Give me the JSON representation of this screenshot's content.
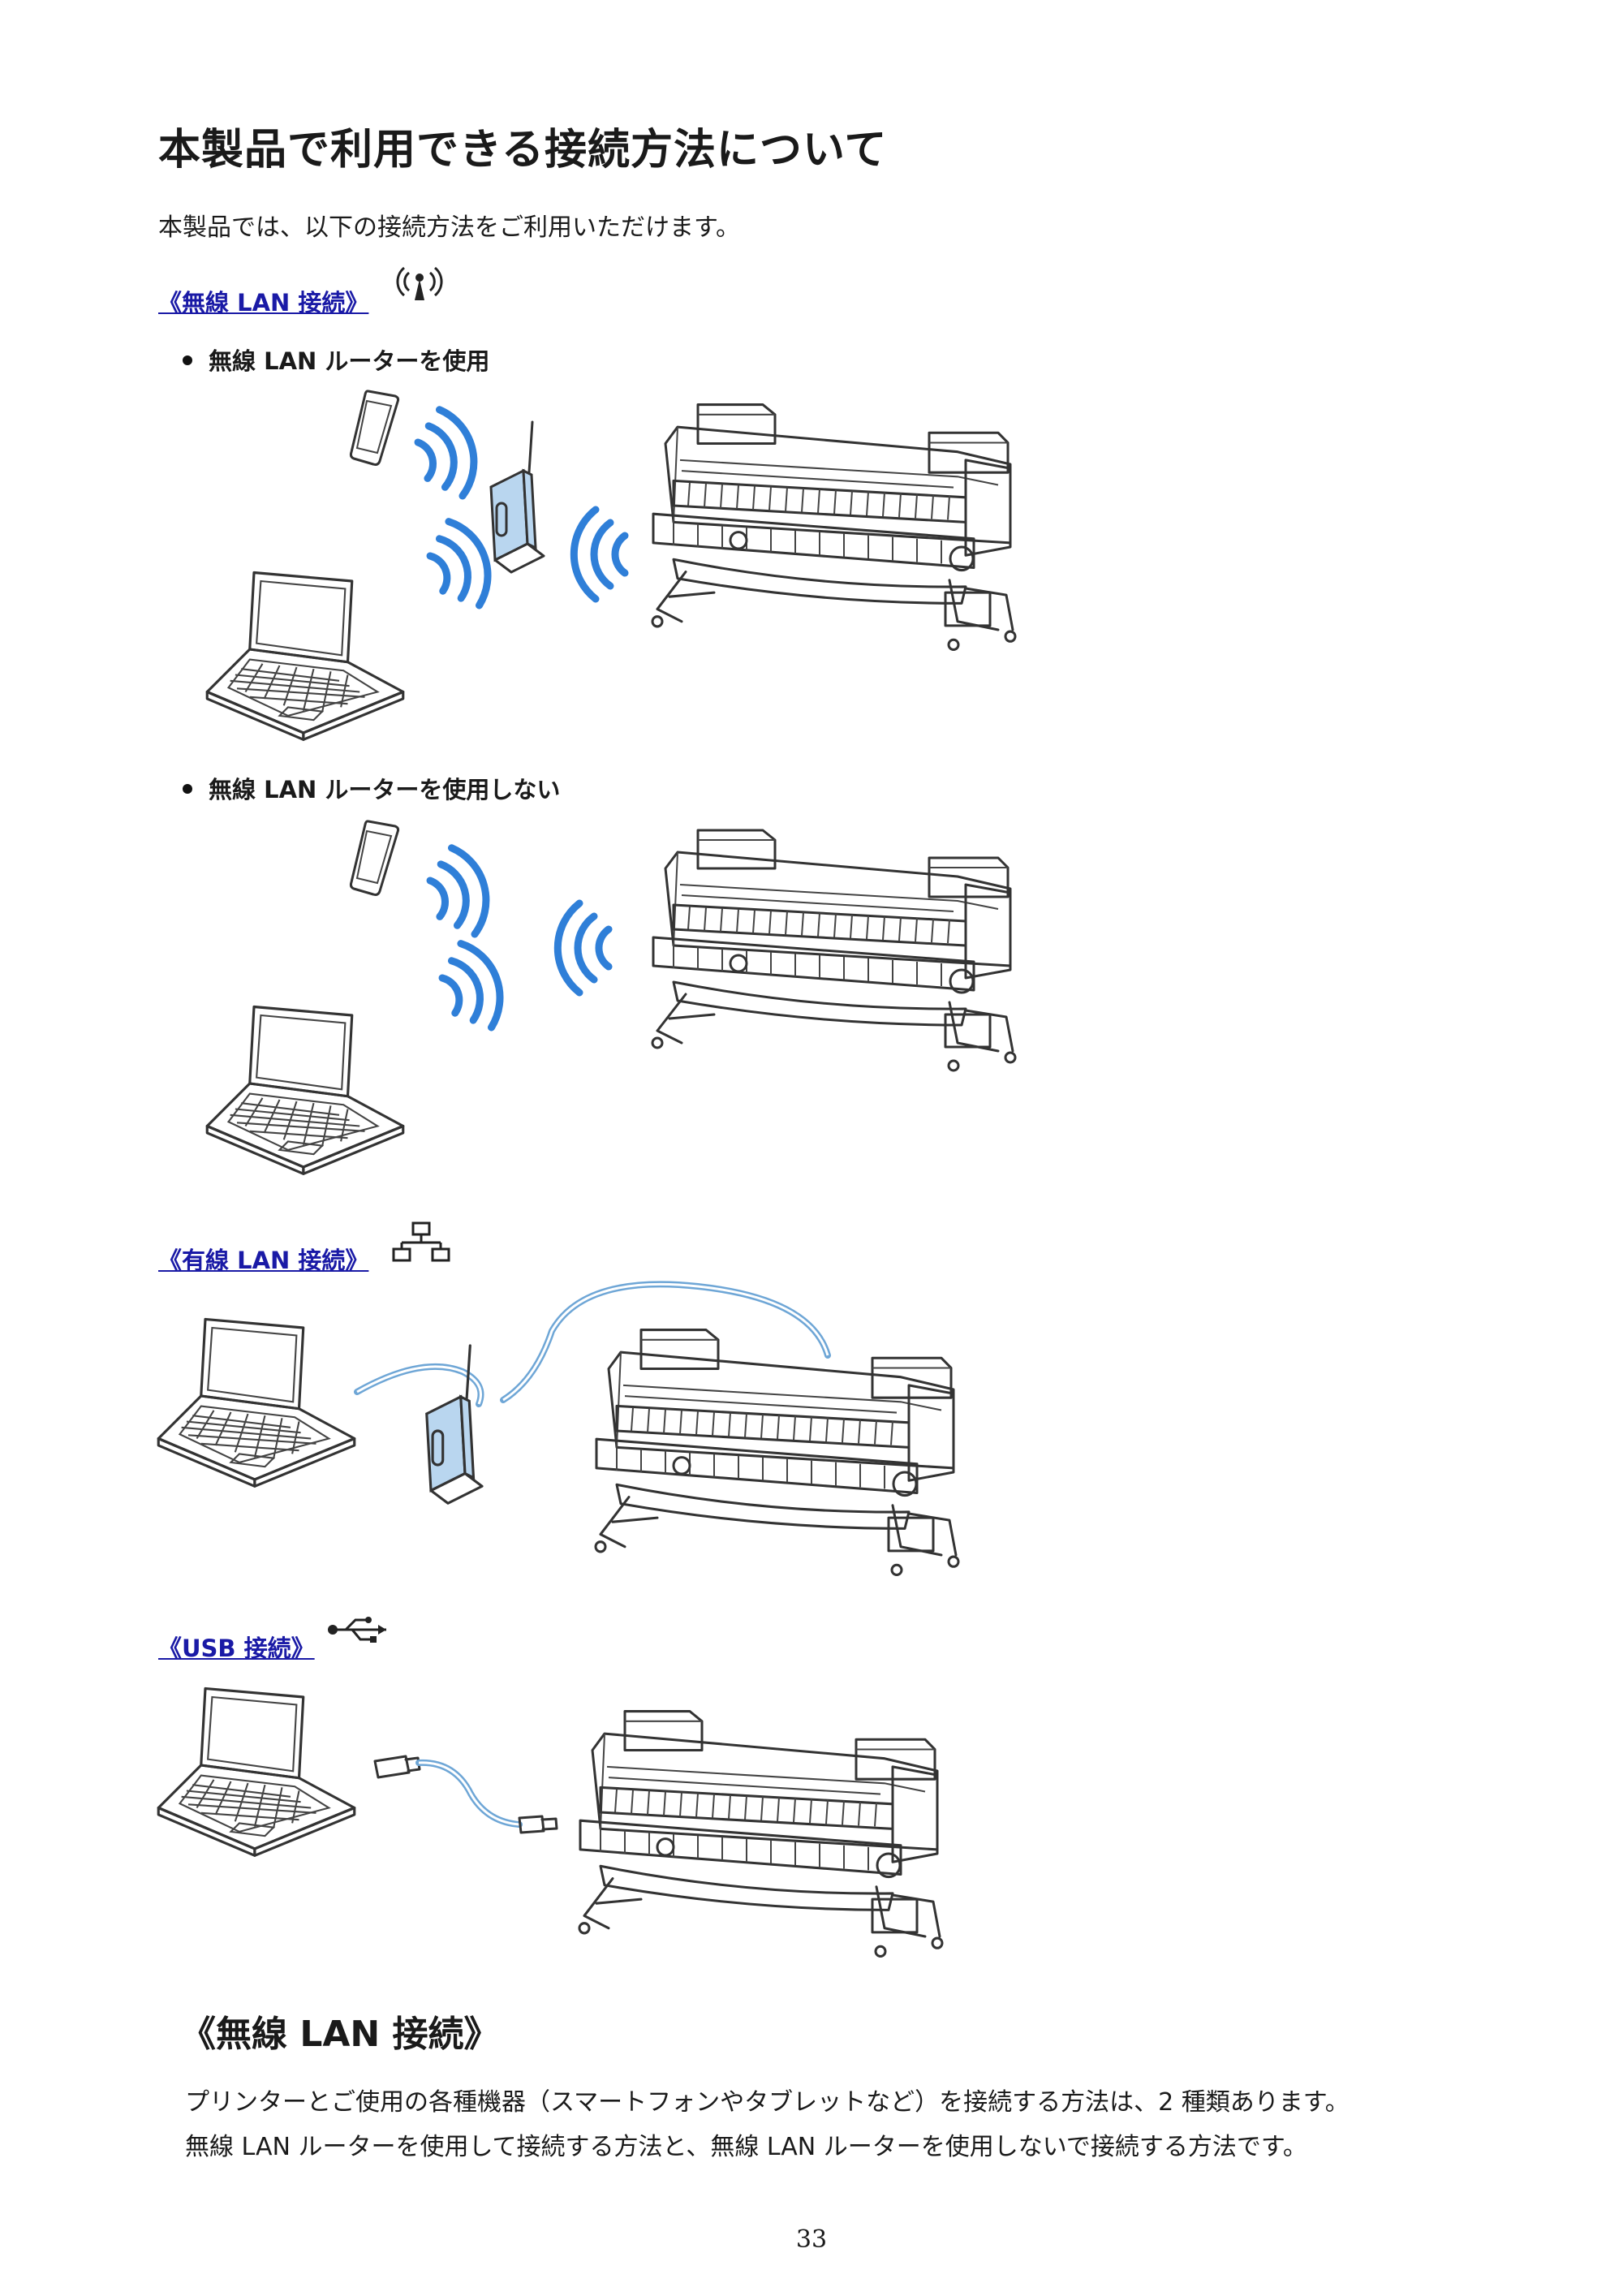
{
  "page": {
    "title": "本製品で利用できる接続方法について",
    "intro": "本製品では、以下の接続方法をご利用いただけます。",
    "page_number": "33"
  },
  "sections": {
    "wireless_link": "《無線 LAN 接続》",
    "bullet_with_router": "無線 LAN ルーターを使用",
    "bullet_without_router": "無線 LAN ルーターを使用しない",
    "wired_link": "《有線 LAN 接続》",
    "usb_link": "《USB 接続》"
  },
  "wireless_detail": {
    "heading": "《無線 LAN 接続》",
    "line1": "プリンターとご使用の各種機器（スマートフォンやタブレットなど）を接続する方法は、2 種類あります。",
    "line2": "無線 LAN ルーターを使用して接続する方法と、無線 LAN ルーターを使用しないで接続する方法です。"
  },
  "icons": {
    "wireless": "wireless-antenna-icon",
    "wired": "wired-network-icon",
    "usb": "usb-icon"
  },
  "colors": {
    "link": "#1a1aa6",
    "wave": "#2f7fd8",
    "device_blue": "#b9d6ef",
    "cable": "#6ea6d6"
  }
}
